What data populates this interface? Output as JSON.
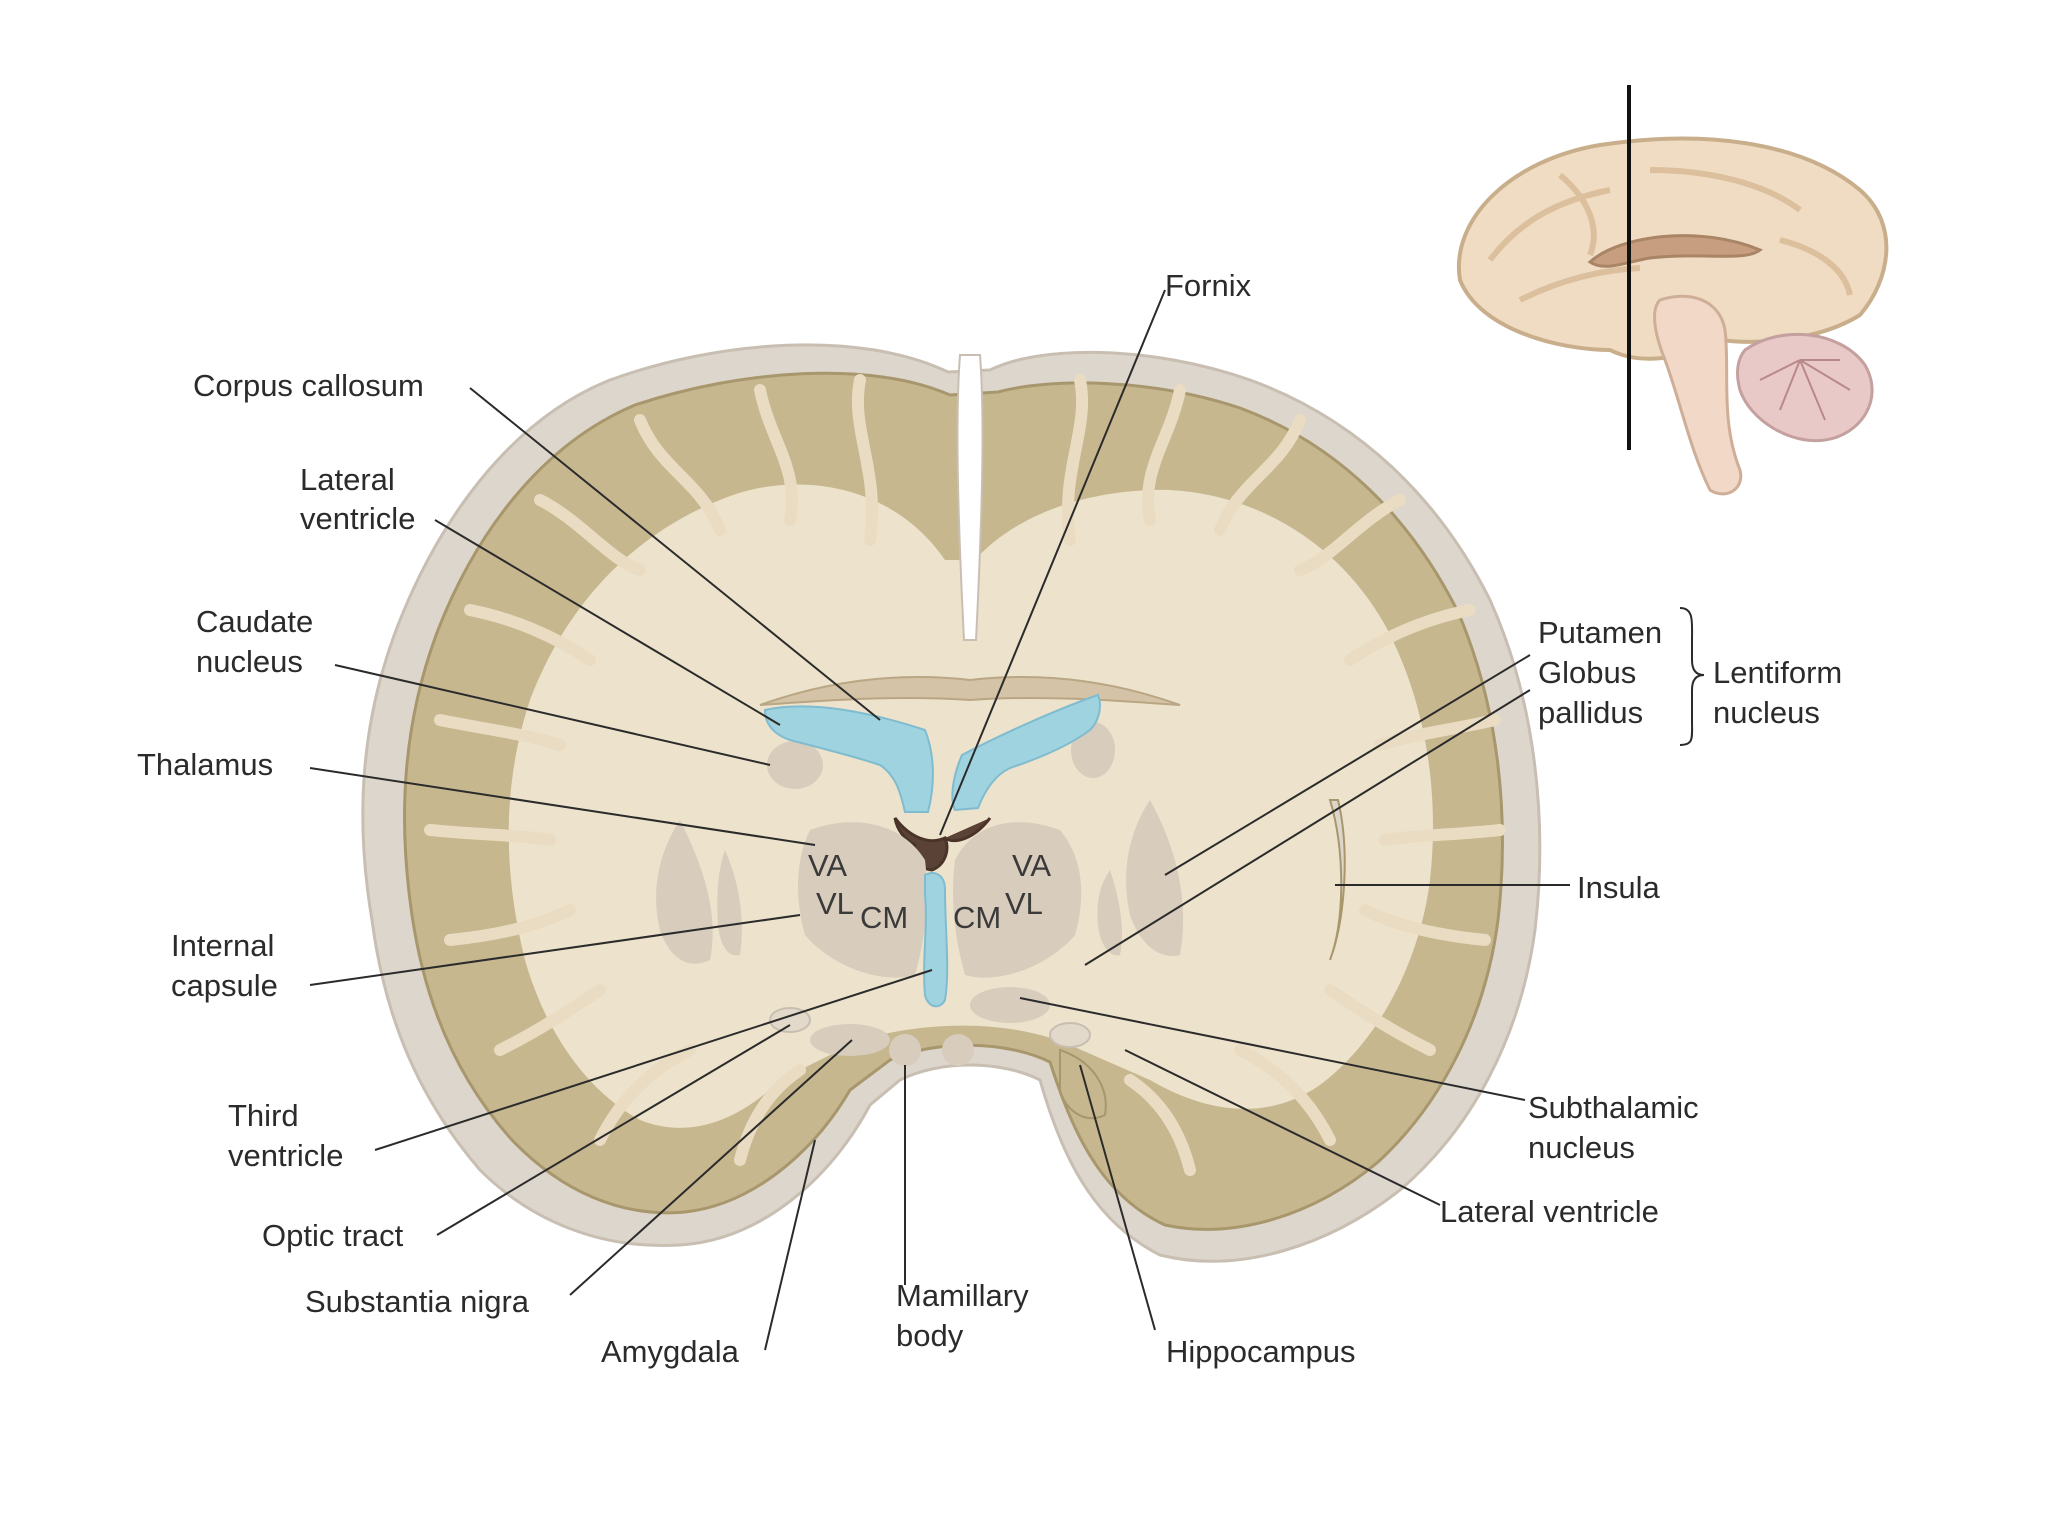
{
  "labels": {
    "fornix": "Fornix",
    "corpus_callosum": "Corpus callosum",
    "lateral_ventricle_top_1": "Lateral",
    "lateral_ventricle_top_2": "ventricle",
    "caudate_1": "Caudate",
    "caudate_2": "nucleus",
    "thalamus": "Thalamus",
    "internal_capsule_1": "Internal",
    "internal_capsule_2": "capsule",
    "third_ventricle_1": "Third",
    "third_ventricle_2": "ventricle",
    "optic_tract": "Optic tract",
    "substantia_nigra": "Substantia nigra",
    "amygdala": "Amygdala",
    "mamillary_1": "Mamillary",
    "mamillary_2": "body",
    "hippocampus": "Hippocampus",
    "lateral_ventricle_bottom": "Lateral ventricle",
    "subthalamic_1": "Subthalamic",
    "subthalamic_2": "nucleus",
    "insula": "Insula",
    "putamen": "Putamen",
    "globus_1": "Globus",
    "globus_2": "pallidus",
    "lentiform_1": "Lentiform",
    "lentiform_2": "nucleus"
  },
  "nuclei": {
    "left_va": "VA",
    "left_vl": "VL",
    "left_cm": "CM",
    "right_va": "VA",
    "right_vl": "VL",
    "right_cm": "CM"
  },
  "colors": {
    "white_matter": "#ede2cb",
    "gray_matter": "#c6b78f",
    "meninges": "#ddd6cc",
    "ventricle": "#9fd3e0",
    "deep_nuclei": "#d8ccbd",
    "fornix": "#5a4236"
  }
}
